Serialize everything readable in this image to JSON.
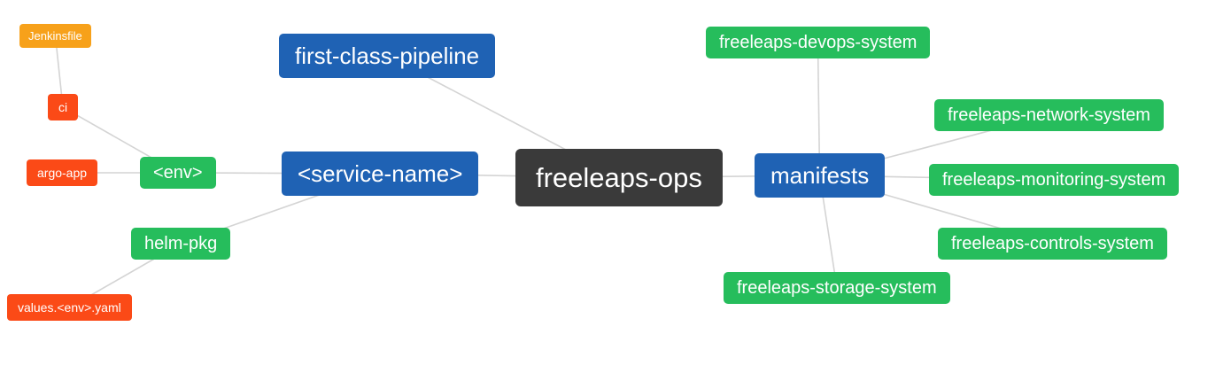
{
  "diagram": {
    "type": "mindmap",
    "background": "#ffffff",
    "edge_color": "#d4d4d4",
    "palette": {
      "blue": "#1f62b4",
      "green": "#26bd5c",
      "red": "#fb4a17",
      "amber": "#f7a11a",
      "dark": "#3a3a3a"
    },
    "nodes": [
      {
        "id": "jenkinsfile",
        "label": "Jenkinsfile",
        "color": "#f7a11a"
      },
      {
        "id": "ci",
        "label": "ci",
        "color": "#fb4a17"
      },
      {
        "id": "argo-app",
        "label": "argo-app",
        "color": "#fb4a17"
      },
      {
        "id": "env",
        "label": "<env>",
        "color": "#26bd5c"
      },
      {
        "id": "first-class-pipeline",
        "label": "first-class-pipeline",
        "color": "#1f62b4"
      },
      {
        "id": "service-name",
        "label": "<service-name>",
        "color": "#1f62b4"
      },
      {
        "id": "freeleaps-ops",
        "label": "freeleaps-ops",
        "color": "#3a3a3a"
      },
      {
        "id": "manifests",
        "label": "manifests",
        "color": "#1f62b4"
      },
      {
        "id": "helm-pkg",
        "label": "helm-pkg",
        "color": "#26bd5c"
      },
      {
        "id": "values-env-yaml",
        "label": "values.<env>.yaml",
        "color": "#fb4a17"
      },
      {
        "id": "devops-system",
        "label": "freeleaps-devops-system",
        "color": "#26bd5c"
      },
      {
        "id": "network-system",
        "label": "freeleaps-network-system",
        "color": "#26bd5c"
      },
      {
        "id": "monitoring-system",
        "label": "freeleaps-monitoring-system",
        "color": "#26bd5c"
      },
      {
        "id": "controls-system",
        "label": "freeleaps-controls-system",
        "color": "#26bd5c"
      },
      {
        "id": "storage-system",
        "label": "freeleaps-storage-system",
        "color": "#26bd5c"
      }
    ],
    "edges": [
      [
        "first-class-pipeline",
        "freeleaps-ops"
      ],
      [
        "service-name",
        "freeleaps-ops"
      ],
      [
        "freeleaps-ops",
        "manifests"
      ],
      [
        "env",
        "service-name"
      ],
      [
        "helm-pkg",
        "service-name"
      ],
      [
        "ci",
        "env"
      ],
      [
        "argo-app",
        "env"
      ],
      [
        "jenkinsfile",
        "ci"
      ],
      [
        "values-env-yaml",
        "helm-pkg"
      ],
      [
        "manifests",
        "devops-system"
      ],
      [
        "manifests",
        "network-system"
      ],
      [
        "manifests",
        "monitoring-system"
      ],
      [
        "manifests",
        "controls-system"
      ],
      [
        "manifests",
        "storage-system"
      ]
    ]
  }
}
